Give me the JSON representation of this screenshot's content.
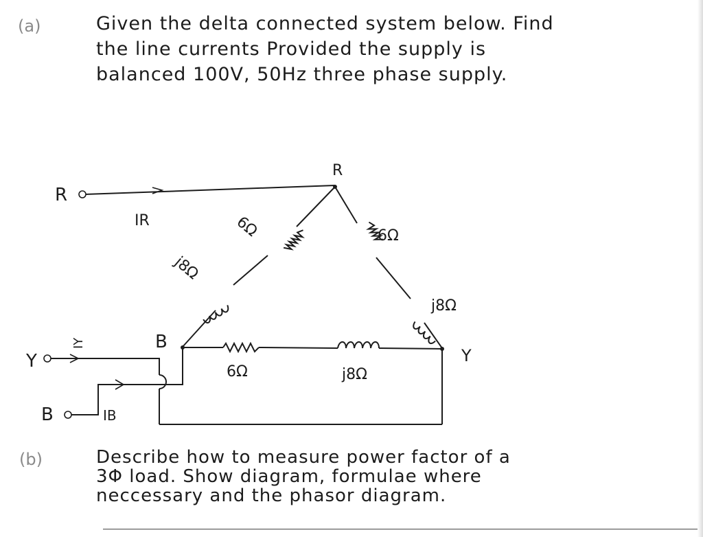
{
  "question_a": {
    "label": "(a)",
    "line1": "Given the delta connected system below. Find",
    "line2": "the line currents Provided the supply is",
    "line3": "balanced 100V, 50Hz three phase supply."
  },
  "circuit": {
    "node_R": "R",
    "node_Y": "Y",
    "node_B": "B",
    "terminal_R": "R",
    "terminal_Y": "Y",
    "terminal_B": "B",
    "current_R": "IR",
    "current_Y": "IY",
    "current_B": "IB",
    "left_resistor": "6Ω",
    "left_inductor": "j8Ω",
    "right_resistor": "6Ω",
    "right_inductor": "j8Ω",
    "bottom_resistor": "6Ω",
    "bottom_inductor": "j8Ω"
  },
  "question_b": {
    "label": "(b)",
    "line1": "Describe how to measure power factor of a",
    "line2": "3Φ load. Show diagram, formulae where",
    "line3": "neccessary and the phasor diagram."
  }
}
